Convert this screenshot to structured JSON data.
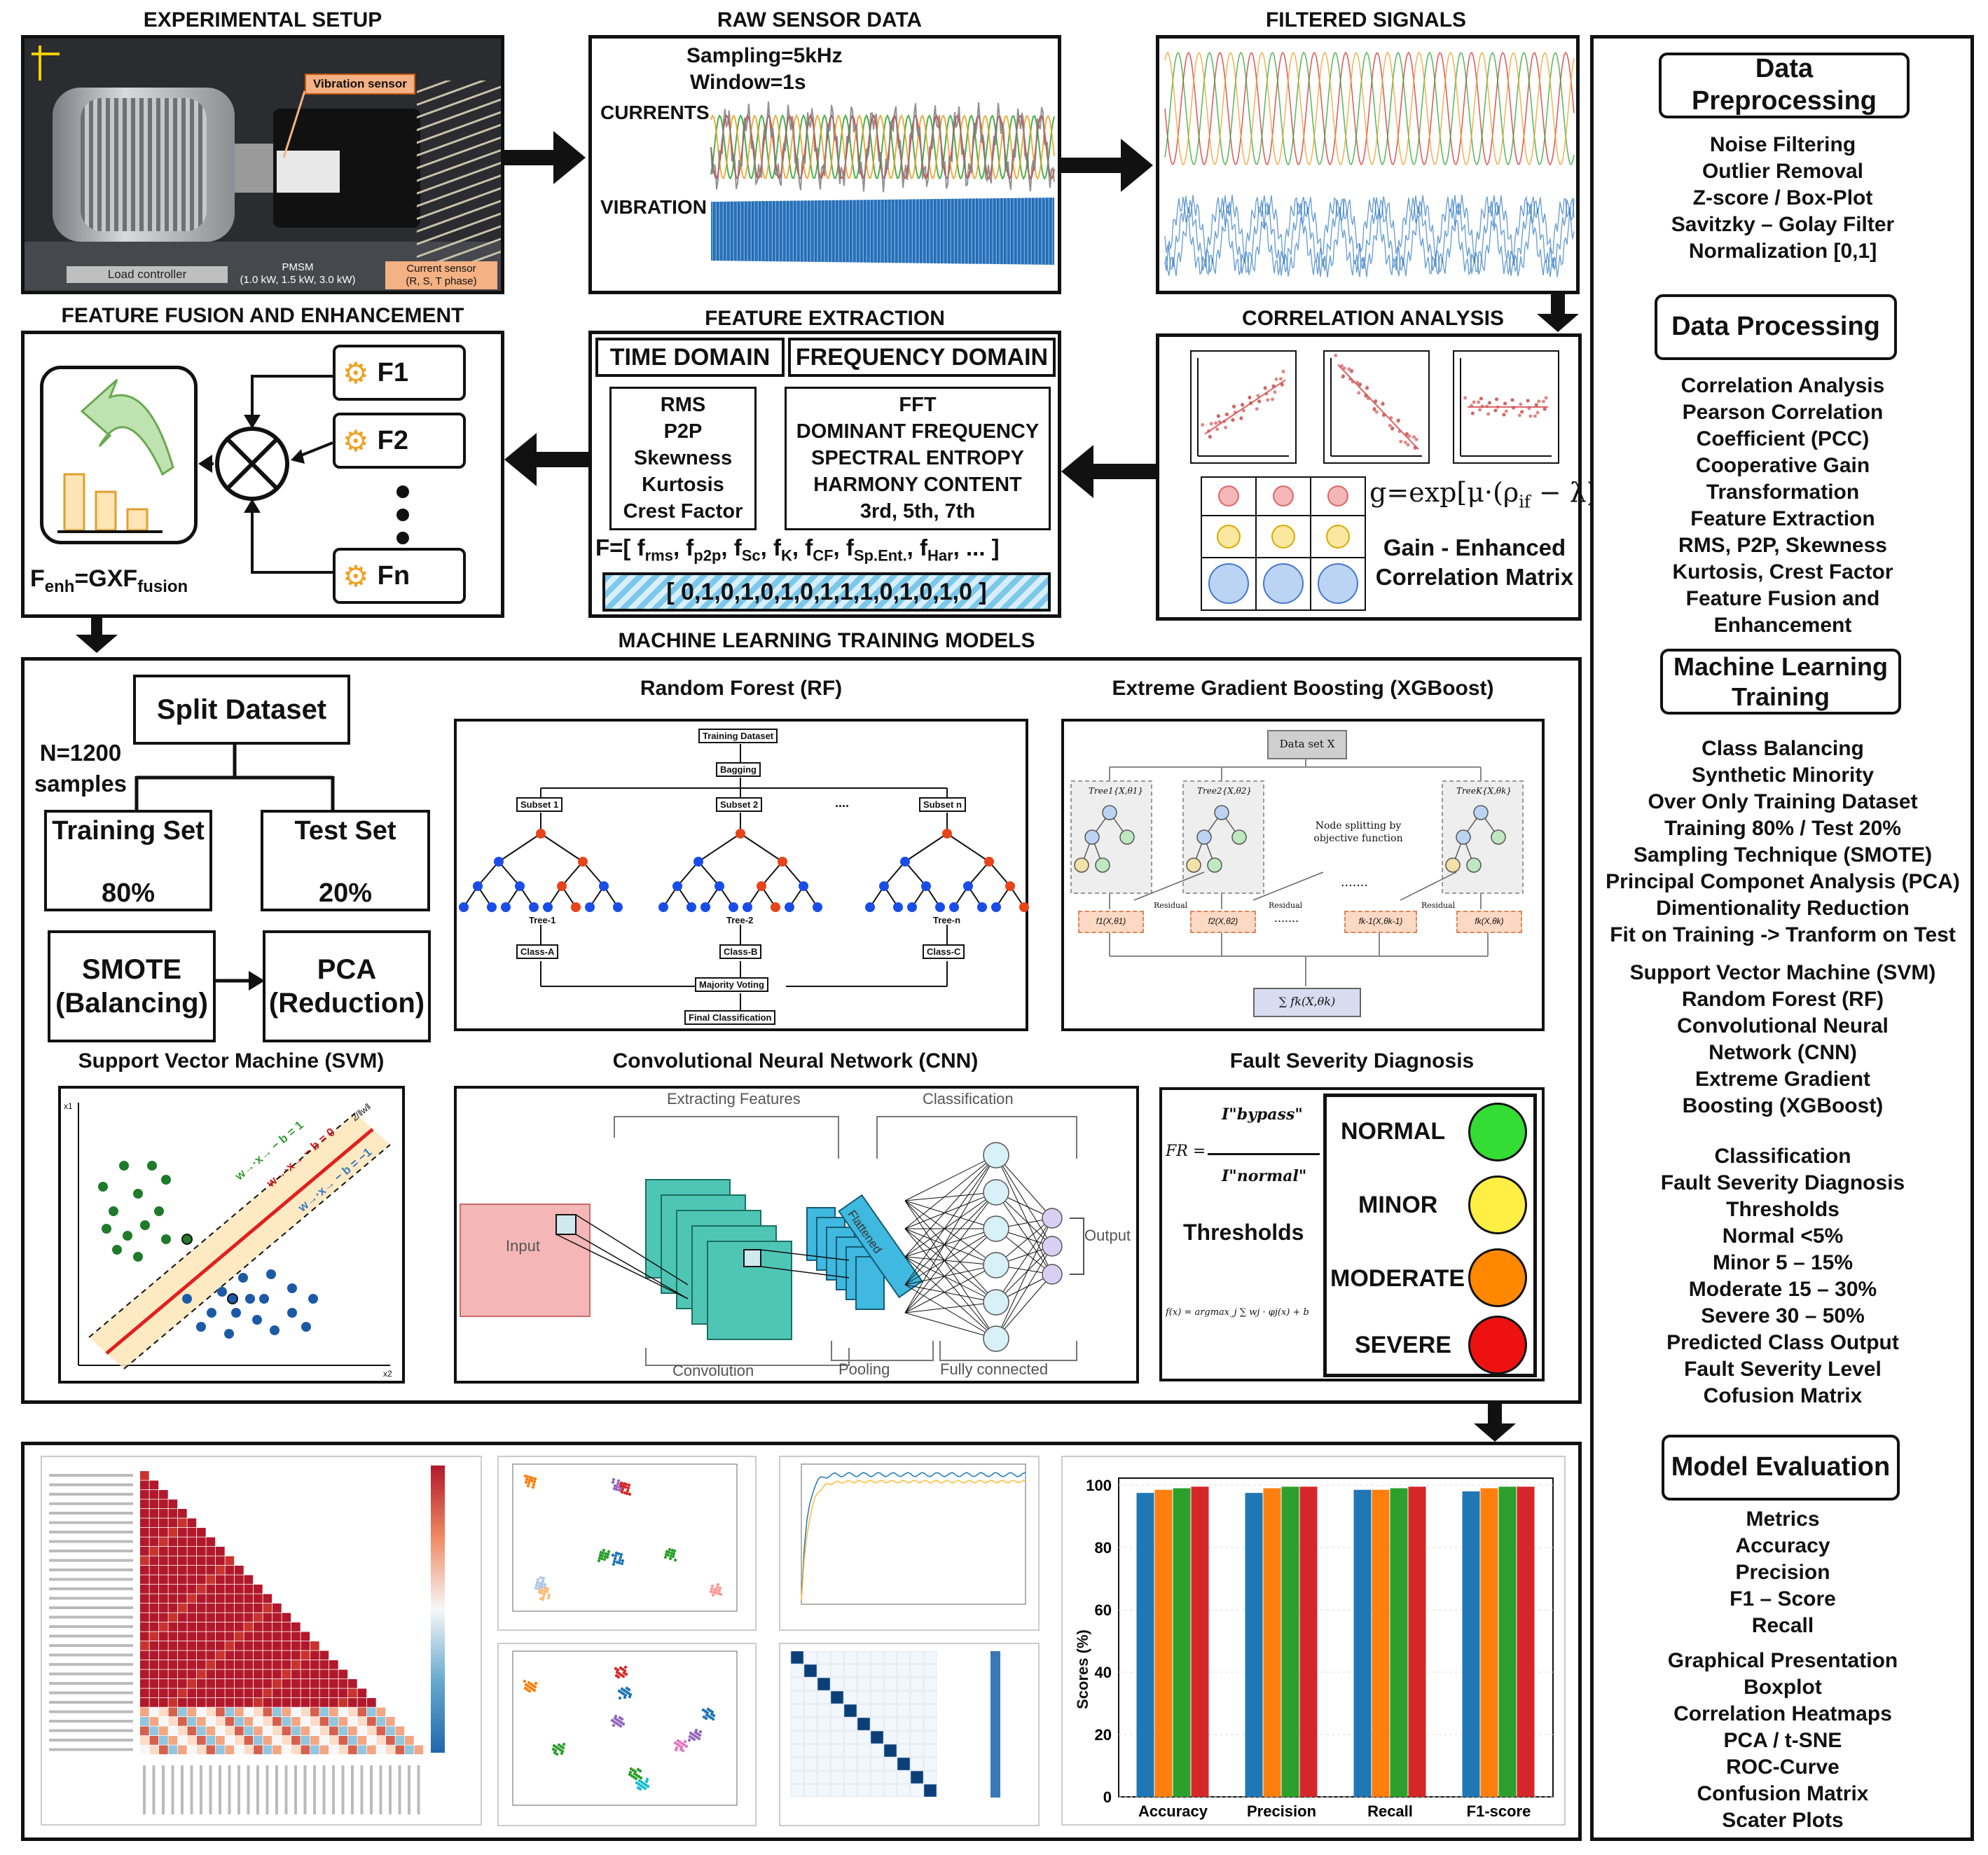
{
  "sections": {
    "experimental_setup": "EXPERIMENTAL SETUP",
    "raw_sensor_data": "RAW SENSOR DATA",
    "filtered_signals": "FILTERED SIGNALS",
    "feature_fusion": "FEATURE FUSION AND ENHANCEMENT",
    "feature_extraction": "FEATURE EXTRACTION",
    "correlation_analysis": "CORRELATION ANALYSIS",
    "ml_training_models": "MACHINE LEARNING TRAINING MODELS"
  },
  "setup": {
    "vibration_sensor": "Vibration sensor",
    "load_controller": "Load controller",
    "pmsm_line1": "PMSM",
    "pmsm_line2": "(1.0 kW, 1.5 kW, 3.0 kW)",
    "current_sensor_line1": "Current sensor",
    "current_sensor_line2": "(R, S, T phase)"
  },
  "raw": {
    "sampling": "Sampling=5kHz",
    "window": "Window=1s",
    "currents": "CURRENTS",
    "vibration": "VIBRATION"
  },
  "fusion": {
    "f1": "F1",
    "f2": "F2",
    "fn": "Fn",
    "formula_main": "F",
    "formula_sub1": "enh",
    "formula_mid": "=GXF",
    "formula_sub2": "fusion"
  },
  "extraction": {
    "time_header": "TIME DOMAIN",
    "freq_header": "FREQUENCY DOMAIN",
    "time_items": [
      "RMS",
      "P2P",
      "Skewness",
      "Kurtosis",
      "Crest Factor"
    ],
    "freq_items": [
      "FFT",
      "DOMINANT FREQUENCY",
      "SPECTRAL ENTROPY",
      "HARMONY CONTENT",
      "3rd, 5th, 7th"
    ],
    "vector_formula": "F=[ frms, fp2p, fSc, fK, fCF, fSp.Ent., fHar, ... ]",
    "binary_vector": "[ 0,1,0,1,0,1,0,1,1,1,0,1,0,1,0 ]"
  },
  "correlation": {
    "gain_formula": "g=exp[μ·(ρif − λ)]",
    "gain_label_line1": "Gain - Enhanced",
    "gain_label_line2": "Correlation Matrix"
  },
  "split": {
    "split_dataset": "Split Dataset",
    "n_samples_line1": "N=1200",
    "n_samples_line2": "samples",
    "training_set": "Training Set",
    "training_pct": "80%",
    "test_set": "Test Set",
    "test_pct": "20%",
    "smote_line1": "SMOTE",
    "smote_line2": "(Balancing)",
    "pca_line1": "PCA",
    "pca_line2": "(Reduction)"
  },
  "rf": {
    "title": "Random Forest (RF)",
    "training_dataset": "Training Dataset",
    "bagging": "Bagging",
    "subset1": "Subset 1",
    "subset2": "Subset 2",
    "subsetn": "Subset n",
    "dots": "....",
    "tree1": "Tree-1",
    "tree2": "Tree-2",
    "treen": "Tree-n",
    "class_a": "Class-A",
    "class_b": "Class-B",
    "class_c": "Class-C",
    "majority_voting": "Majority Voting",
    "final_classification": "Final Classification"
  },
  "xgb": {
    "title": "Extreme Gradient Boosting (XGBoost)",
    "data_set": "Data set  X",
    "tree1": "Tree1{X,θ1}",
    "tree2": "Tree2{X,θ2}",
    "treek": "TreeK{X,θk}",
    "node_split_line1": "Node splitting by",
    "node_split_line2": "objective function",
    "residual": "Residual",
    "f1": "f1(X,θ1)",
    "f2": "f2(X,θ2)",
    "fk1": "fk-1(X,θk-1)",
    "fk": "fk(X,θk)",
    "dots": ".......",
    "sum": "∑ fk(X,θk)"
  },
  "svm": {
    "title": "Support Vector Machine (SVM)",
    "x1": "x1",
    "x2": "x2",
    "line_pos": "w→·x→ − b = 1",
    "line_mid": "w→·x→ − b = 0",
    "line_neg": "w→·x→ − b = −1",
    "margin": "2/‖w‖"
  },
  "cnn": {
    "title": "Convolutional Neural Network (CNN)",
    "extracting_features": "Extracting Features",
    "classification": "Classification",
    "input": "Input",
    "flattened": "Flattened",
    "output": "Output",
    "convolution": "Convolution",
    "pooling": "Pooling",
    "fully_connected": "Fully connected"
  },
  "fault": {
    "title": "Fault Severity Diagnosis",
    "fr_label": "FR =",
    "i_bypass": "I\"bypass\"",
    "i_normal": "I\"normal\"",
    "thresholds": "Thresholds",
    "argmax": "f(x) = argmax_j ∑ wj · φj(x) + b",
    "normal": "NORMAL",
    "minor": "MINOR",
    "moderate": "MODERATE",
    "severe": "SEVERE",
    "colors": {
      "normal": "#33dd33",
      "minor": "#ffee44",
      "moderate": "#ff8800",
      "severe": "#ee1111"
    }
  },
  "sidebar": {
    "h1": "Data Preprocessing",
    "list1": [
      "Noise Filtering",
      "Outlier Removal",
      "Z-score / Box-Plot",
      "Savitzky – Golay Filter",
      "Normalization [0,1]"
    ],
    "h2": "Data Processing",
    "list2": [
      "Correlation Analysis",
      "Pearson Correlation",
      "Coefficient (PCC)",
      "Cooperative Gain",
      "Transformation",
      "Feature Extraction",
      "RMS, P2P, Skewness",
      "Kurtosis, Crest Factor",
      "Feature Fusion and",
      "Enhancement"
    ],
    "h3_line1": "Machine Learning",
    "h3_line2": "Training",
    "list3": [
      "Class Balancing",
      "Synthetic Minority",
      "Over Only Training Dataset",
      "Training 80%   /   Test 20%",
      "Sampling Technique (SMOTE)",
      "Principal Componet Analysis (PCA)",
      "Dimentionality Reduction",
      "Fit on Training -> Tranform on Test"
    ],
    "list4": [
      "Support Vector Machine (SVM)",
      "Random Forest (RF)",
      "Convolutional Neural",
      "Network (CNN)",
      "Extreme Gradient",
      "Boosting (XGBoost)"
    ],
    "list5": [
      "Classification",
      "Fault Severity Diagnosis",
      "Thresholds",
      "Normal <5%",
      "Minor 5 – 15%",
      "Moderate 15 – 30%",
      "Severe 30 – 50%",
      "Predicted Class Output",
      "Fault Severity Level",
      "Cofusion Matrix"
    ],
    "h4": "Model Evaluation",
    "list6": [
      "Metrics",
      "Accuracy",
      "Precision",
      "F1 – Score",
      "Recall"
    ],
    "list7": [
      "Graphical Presentation",
      "Boxplot",
      "Correlation Heatmaps",
      "PCA / t-SNE",
      "ROC-Curve",
      "Confusion Matrix",
      "Scater Plots"
    ]
  },
  "chart_data": {
    "type": "bar",
    "categories": [
      "Accuracy",
      "Precision",
      "Recall",
      "F1-score"
    ],
    "series": [
      {
        "values": [
          97.5,
          97.5,
          98.5,
          98.0
        ],
        "color": "#1f77b4"
      },
      {
        "values": [
          98.5,
          99.0,
          98.5,
          99.0
        ],
        "color": "#ff7f0e"
      },
      {
        "values": [
          99.0,
          99.5,
          99.0,
          99.5
        ],
        "color": "#2ca02c"
      },
      {
        "values": [
          99.5,
          99.5,
          99.5,
          99.5
        ],
        "color": "#d62728"
      }
    ],
    "ylabel": "Scores (%)",
    "ylim": [
      0,
      100
    ],
    "yticks": [
      0,
      20,
      40,
      60,
      80,
      100
    ]
  }
}
